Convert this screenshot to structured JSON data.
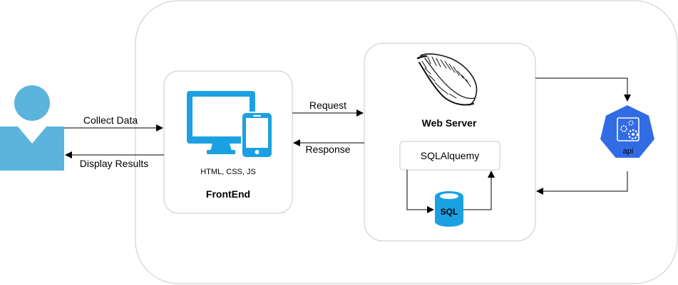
{
  "edges": {
    "collect": "Collect Data",
    "display": "Display Results",
    "request": "Request",
    "response": "Response"
  },
  "frontend": {
    "tech": "HTML, CSS, JS",
    "title": "FrontEnd"
  },
  "webserver": {
    "title": "Web Server",
    "orm": "SQLAlquemy",
    "db_label": "SQL"
  },
  "api": {
    "label": "api"
  },
  "colors": {
    "user": "#5AB4DC",
    "device": "#1BA1E2",
    "db": "#1BA1E2",
    "api": "#326CE5",
    "border": "#C8C8C8"
  }
}
